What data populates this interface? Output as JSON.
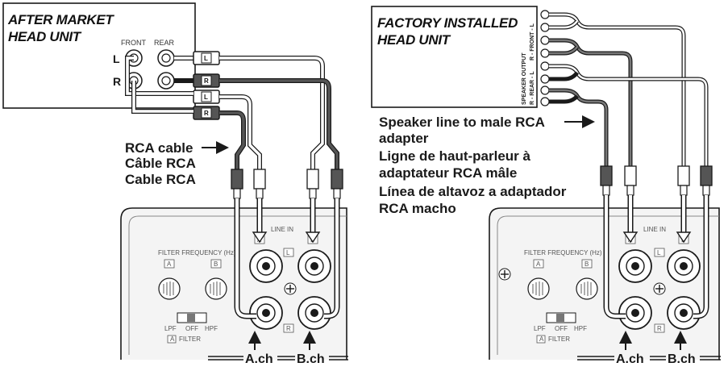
{
  "left": {
    "title_line1": "AFTER MARKET",
    "title_line2": "HEAD UNIT",
    "front_label": "FRONT",
    "rear_label": "REAR",
    "l_label": "L",
    "r_label": "R",
    "plug_l": "L",
    "plug_r": "R",
    "rca_line1": "RCA cable",
    "rca_line2": "Câble RCA",
    "rca_line3": "Cable RCA",
    "panel_line_in": "LINE IN",
    "panel_a": "A",
    "panel_b": "B",
    "panel_l": "L",
    "panel_r": "R",
    "panel_filter_freq": "FILTER FREQUENCY (Hz)",
    "panel_filter": "FILTER",
    "panel_lpf": "LPF",
    "panel_off": "OFF",
    "panel_hpf": "HPF",
    "ch_a": "A.ch",
    "ch_b": "B.ch"
  },
  "right": {
    "title_line1": "FACTORY INSTALLED",
    "title_line2": "HEAD UNIT",
    "speaker_output": "SPEAKER OUTPUT",
    "spk_front_r": "R - FRONT - L",
    "spk_rear": "R - REAR - L",
    "desc_line1": "Speaker line to male RCA",
    "desc_line2": "adapter",
    "desc_line3": "Ligne de haut-parleur à",
    "desc_line4": "adaptateur RCA mâle",
    "desc_line5": "Línea de altavoz a adaptador",
    "desc_line6": "RCA macho",
    "panel_line_in": "LINE IN",
    "panel_a": "A",
    "panel_b": "B",
    "panel_l": "L",
    "panel_r": "R",
    "panel_filter_freq": "FILTER FREQUENCY (Hz)",
    "panel_filter": "FILTER",
    "panel_lpf": "LPF",
    "panel_off": "OFF",
    "panel_hpf": "HPF",
    "ch_a": "A.ch",
    "ch_b": "B.ch"
  },
  "colors": {
    "line": "#1a1a1a",
    "panel": "#f4f4f4",
    "cable_light": "#ffffff",
    "cable_dark": "#555555"
  }
}
